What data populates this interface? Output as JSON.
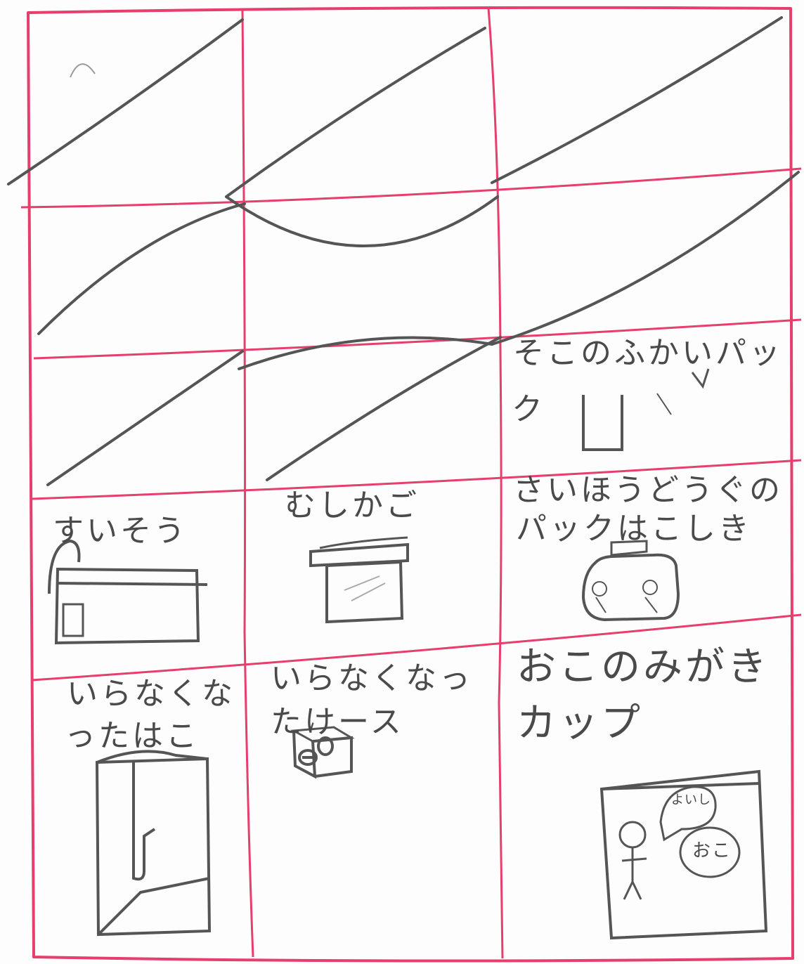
{
  "colors": {
    "grid": "#e63e6d",
    "pencil": "#555555",
    "paper": "#fdfdfd"
  },
  "cells": {
    "r3c3": {
      "line1": "そこのふかいパッ",
      "line2": "ク"
    },
    "r4c1": {
      "line1": "すいそう"
    },
    "r4c2": {
      "line1": "むしかご"
    },
    "r4c3": {
      "line1": "さいほうどうぐの",
      "line2": "パックはこしき"
    },
    "r5c1": {
      "line1": "いらなくな",
      "line2": "ったはこ"
    },
    "r5c2": {
      "line1": "いらなくなっ",
      "line2": "たけース"
    },
    "r5c3": {
      "line1": "おこのみがき",
      "line2": "カップ"
    }
  },
  "bubbles": {
    "speech": "よいし",
    "badge": "おこ"
  }
}
